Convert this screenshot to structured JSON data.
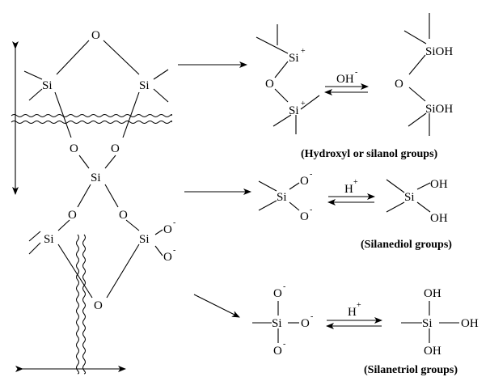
{
  "atoms": {
    "o_top": "O",
    "si_left": "Si",
    "si_right": "Si",
    "o_mid_left": "O",
    "o_mid_right": "O",
    "si_center": "Si",
    "o_low_left": "O",
    "o_low_right": "O",
    "si_lower_left": "Si",
    "si_lower_right": "Si",
    "o_neg_1": "O",
    "o_neg_1_charge": "-",
    "o_neg_2": "O",
    "o_neg_2_charge": "-",
    "o_bottom": "O"
  },
  "reaction_1": {
    "si_a": "Si",
    "si_a_charge": "+",
    "o": "O",
    "si_b": "Si",
    "si_b_charge": "+",
    "reagent": "OH",
    "reagent_charge": "-",
    "product_top": "SiOH",
    "product_o": "O",
    "product_bottom": "SiOH",
    "caption": "(Hydroxyl or silanol groups)"
  },
  "reaction_2": {
    "o1": "O",
    "o1_charge": "-",
    "si": "Si",
    "o2": "O",
    "o2_charge": "-",
    "reagent": "H",
    "reagent_charge": "+",
    "product_oh1": "OH",
    "product_si": "Si",
    "product_oh2": "OH",
    "caption": "(Silanediol groups)"
  },
  "reaction_3": {
    "o_top": "O",
    "o_top_charge": "-",
    "si": "Si",
    "o_right": "O",
    "o_right_charge": "-",
    "o_bottom": "O",
    "o_bottom_charge": "-",
    "reagent": "H",
    "reagent_charge": "+",
    "product_oh_top": "OH",
    "product_si": "Si",
    "product_oh_right": "OH",
    "product_oh_bottom": "OH",
    "caption": "(Silanetriol groups)"
  }
}
